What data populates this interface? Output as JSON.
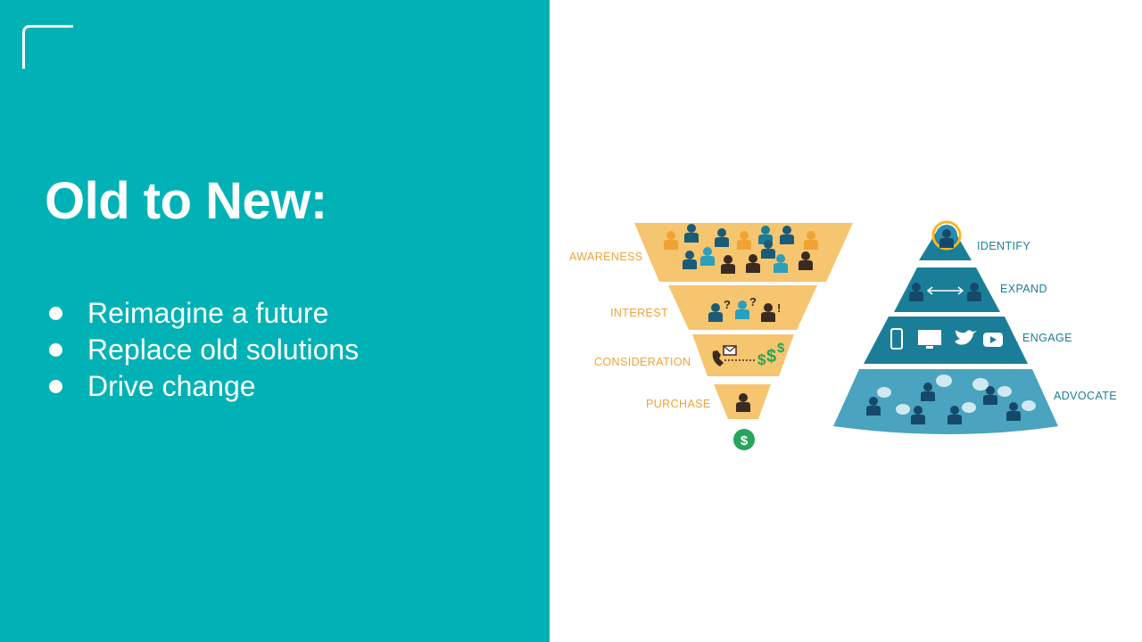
{
  "slide": {
    "title": "Old to New:",
    "bullets": [
      "Reimagine a future",
      "Replace old solutions",
      "Drive change"
    ]
  },
  "diagram": {
    "funnel": {
      "stages": [
        {
          "label": "AWARENESS",
          "icon": "crowd-of-people-icon"
        },
        {
          "label": "INTEREST",
          "icon": "people-with-questions-icon"
        },
        {
          "label": "CONSIDERATION",
          "icon": "phone-and-dollars-icon"
        },
        {
          "label": "PURCHASE",
          "icon": "single-person-icon"
        }
      ],
      "end_icon": "dollar-coin-icon",
      "color": "#f6c56f",
      "label_color": "#f0a335"
    },
    "pyramid": {
      "stages": [
        {
          "label": "IDENTIFY",
          "icon": "highlighted-person-icon"
        },
        {
          "label": "EXPAND",
          "icon": "two-people-arrow-icon"
        },
        {
          "label": "ENGAGE",
          "icon": "channels-icon"
        },
        {
          "label": "ADVOCATE",
          "icon": "people-talking-icon"
        }
      ],
      "color": "#1b7e99",
      "label_color": "#1b7e99"
    }
  }
}
